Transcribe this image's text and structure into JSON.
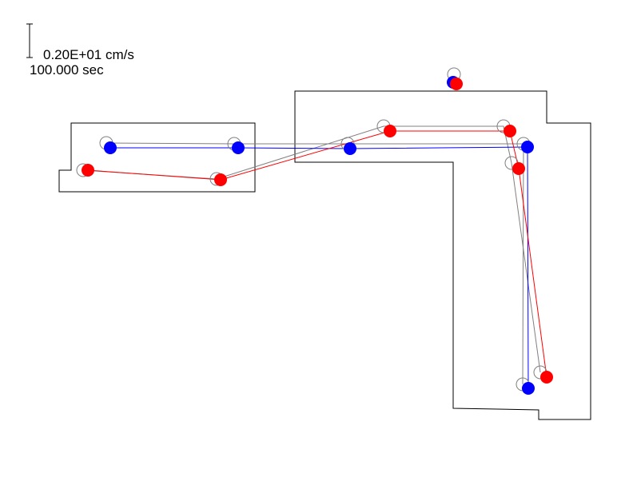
{
  "legend": {
    "scale_label": "0.20E+01 cm/s",
    "time_label": "100.000 sec"
  },
  "colors": {
    "outline": "#000000",
    "previous": "#808080",
    "blue": "#0000ff",
    "red": "#ff0000"
  },
  "chart_data": {
    "type": "scatter",
    "title": "",
    "boundaries": [
      [
        [
          89,
          154
        ],
        [
          319,
          154
        ],
        [
          319,
          240
        ],
        [
          74,
          240
        ],
        [
          74,
          213
        ],
        [
          89,
          213
        ]
      ],
      [
        [
          369,
          114
        ],
        [
          684,
          114
        ],
        [
          684,
          154
        ],
        [
          739,
          154
        ],
        [
          739,
          525
        ],
        [
          674,
          525
        ],
        [
          674,
          513
        ],
        [
          567,
          511
        ],
        [
          567,
          203
        ],
        [
          369,
          203
        ]
      ]
    ],
    "series": [
      {
        "name": "previous-blue",
        "style": "open",
        "connected": true,
        "points": [
          [
            133,
            179
          ],
          [
            293,
            180
          ],
          [
            435,
            180
          ],
          [
            655,
            180
          ],
          [
            654,
            481
          ]
        ]
      },
      {
        "name": "previous-red",
        "style": "open",
        "connected": true,
        "points": [
          [
            104,
            213
          ],
          [
            271,
            224
          ],
          [
            480,
            158
          ],
          [
            630,
            158
          ],
          [
            640,
            204
          ],
          [
            676,
            466
          ]
        ]
      },
      {
        "name": "previous-free",
        "style": "open",
        "connected": false,
        "points": [
          [
            568,
            93
          ]
        ]
      },
      {
        "name": "blue",
        "style": "filled",
        "connected": true,
        "points": [
          [
            138,
            185
          ],
          [
            298,
            185
          ],
          [
            438,
            186
          ],
          [
            660,
            184
          ],
          [
            661,
            486
          ]
        ]
      },
      {
        "name": "blue-free",
        "style": "filled",
        "connected": false,
        "points": [
          [
            567,
            103
          ]
        ]
      },
      {
        "name": "red",
        "style": "filled",
        "connected": true,
        "points": [
          [
            110,
            213
          ],
          [
            276,
            225
          ],
          [
            488,
            164
          ],
          [
            638,
            164
          ],
          [
            649,
            211
          ],
          [
            684,
            472
          ]
        ]
      },
      {
        "name": "red-free",
        "style": "filled",
        "connected": false,
        "points": [
          [
            571,
            105
          ]
        ]
      }
    ]
  }
}
